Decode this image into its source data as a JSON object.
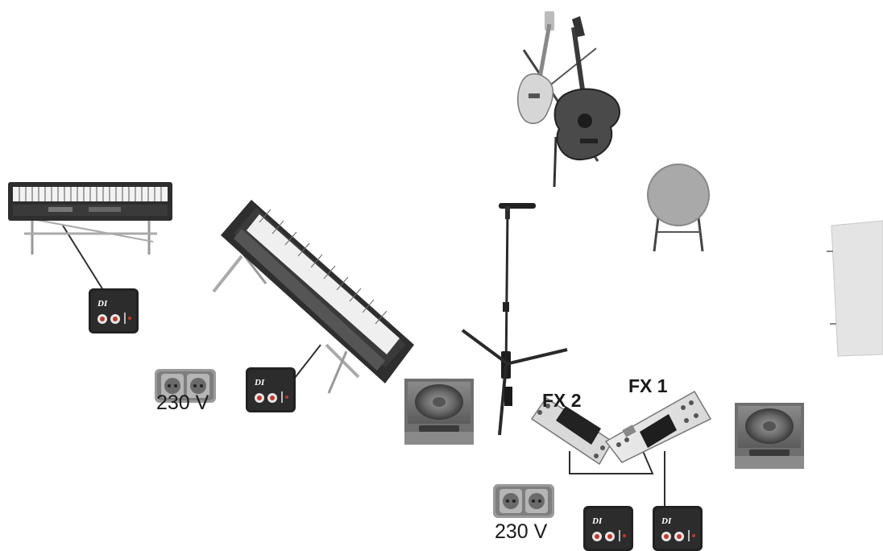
{
  "labels": {
    "voltage_left": "230 V",
    "voltage_right": "230 V",
    "fx2": "FX 2",
    "fx1": "FX 1"
  },
  "di_logo": "DI",
  "colors": {
    "background": "#ffffff",
    "equipment_dark": "#2b2b2b",
    "equipment_mid": "#6e6e6e",
    "equipment_light": "#c8c8c8",
    "cable": "#2f2f2f"
  },
  "icons": [
    "keyboard-on-stand",
    "stage-piano-on-x-stand",
    "di-box",
    "double-power-socket",
    "floor-monitor-wedge",
    "microphone-on-stand",
    "guitar-stand",
    "stool",
    "effects-processor",
    "screen-panel"
  ]
}
